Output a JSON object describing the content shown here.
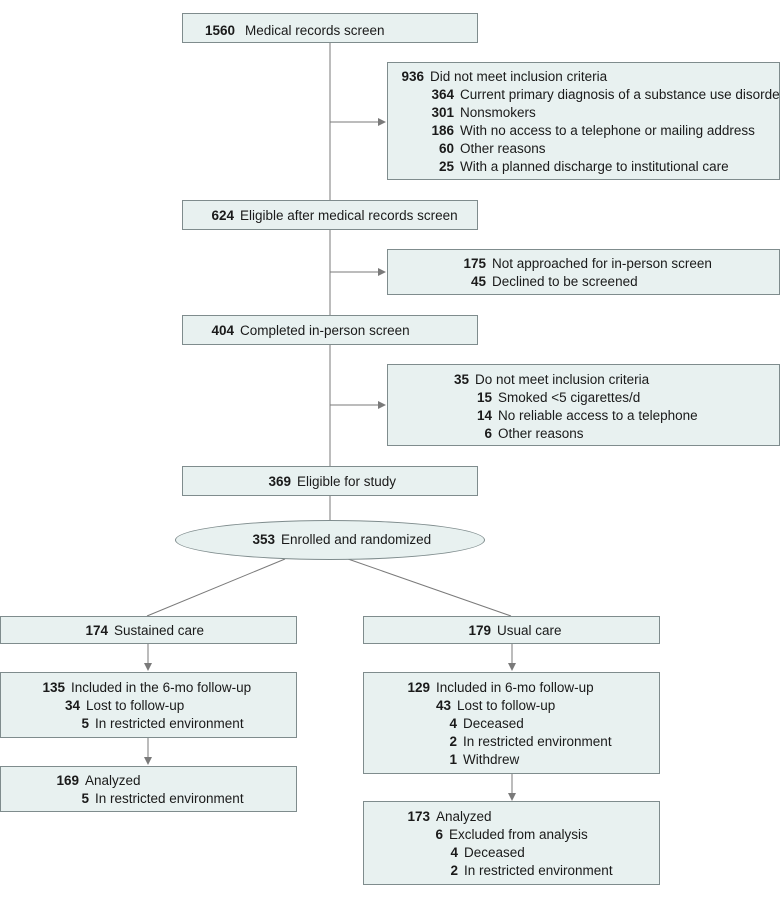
{
  "boxes": {
    "screen": {
      "lines": [
        {
          "num": "1560",
          "text": "Medical records screen"
        }
      ]
    },
    "excluded1": {
      "lines": [
        {
          "num": "936",
          "text": "Did not meet inclusion criteria"
        },
        {
          "num": "364",
          "text": "Current primary diagnosis of a substance use disorder"
        },
        {
          "num": "301",
          "text": "Nonsmokers"
        },
        {
          "num": "186",
          "text": "With no access to a telephone or mailing address"
        },
        {
          "num": "60",
          "text": "Other reasons"
        },
        {
          "num": "25",
          "text": "With a planned discharge to institutional care"
        }
      ]
    },
    "eligible1": {
      "lines": [
        {
          "num": "624",
          "text": "Eligible after medical records screen"
        }
      ]
    },
    "excluded2": {
      "lines": [
        {
          "num": "175",
          "text": "Not approached for in-person screen"
        },
        {
          "num": "45",
          "text": "Declined to be screened"
        }
      ]
    },
    "inperson": {
      "lines": [
        {
          "num": "404",
          "text": "Completed in-person screen"
        }
      ]
    },
    "excluded3": {
      "lines": [
        {
          "num": "35",
          "text": "Do not meet inclusion criteria"
        },
        {
          "num": "15",
          "text": "Smoked <5 cigarettes/d"
        },
        {
          "num": "14",
          "text": "No reliable access to a telephone"
        },
        {
          "num": "6",
          "text": "Other reasons"
        }
      ]
    },
    "eligible2": {
      "lines": [
        {
          "num": "369",
          "text": "Eligible for study"
        }
      ]
    },
    "randomized": {
      "lines": [
        {
          "num": "353",
          "text": "Enrolled and randomized"
        }
      ]
    },
    "sustained": {
      "lines": [
        {
          "num": "174",
          "text": "Sustained care"
        }
      ]
    },
    "usual": {
      "lines": [
        {
          "num": "179",
          "text": "Usual care"
        }
      ]
    },
    "sustained_fu": {
      "lines": [
        {
          "num": "135",
          "text": "Included in the 6-mo follow-up"
        },
        {
          "num": "34",
          "text": "Lost to follow-up"
        },
        {
          "num": "5",
          "text": "In restricted environment"
        }
      ]
    },
    "usual_fu": {
      "lines": [
        {
          "num": "129",
          "text": "Included in 6-mo follow-up"
        },
        {
          "num": "43",
          "text": "Lost to follow-up"
        },
        {
          "num": "4",
          "text": "Deceased"
        },
        {
          "num": "2",
          "text": "In restricted environment"
        },
        {
          "num": "1",
          "text": "Withdrew"
        }
      ]
    },
    "sustained_an": {
      "lines": [
        {
          "num": "169",
          "text": "Analyzed"
        },
        {
          "num": "5",
          "text": "In restricted environment"
        }
      ]
    },
    "usual_an": {
      "lines": [
        {
          "num": "173",
          "text": "Analyzed"
        },
        {
          "num": "6",
          "text": "Excluded from analysis"
        },
        {
          "num": "4",
          "text": "Deceased"
        },
        {
          "num": "2",
          "text": "In restricted environment"
        }
      ]
    }
  },
  "colors": {
    "box_fill": "#e8f1f0",
    "border": "#7f8c8d",
    "line": "#7a7a7a"
  }
}
